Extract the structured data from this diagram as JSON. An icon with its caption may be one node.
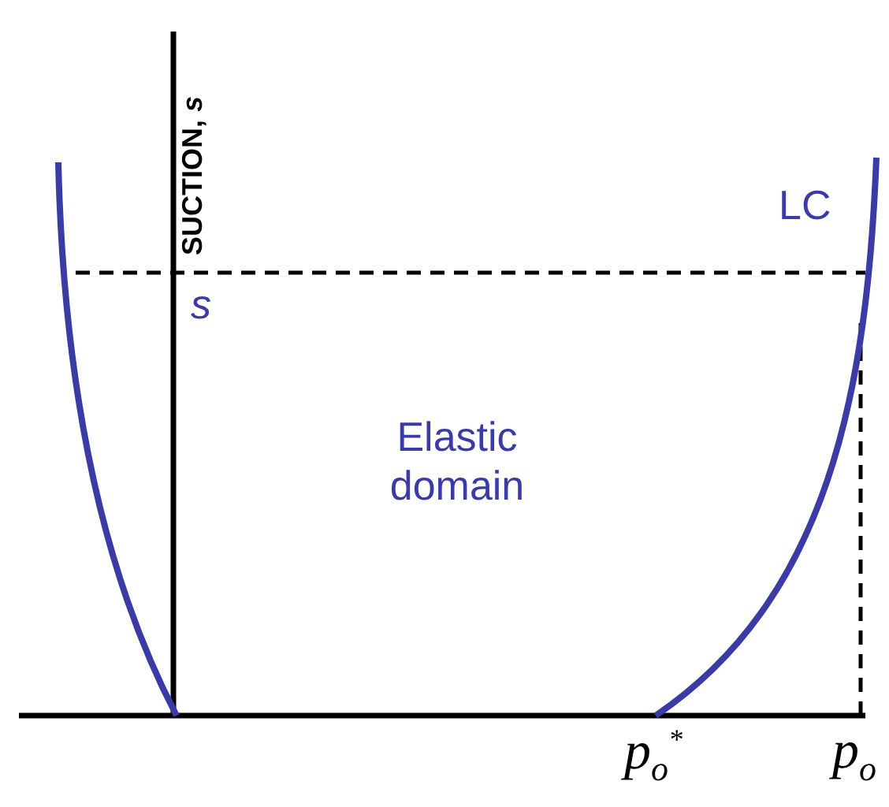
{
  "diagram": {
    "labels": [
      "SUCTION, *s*",
      "*s*",
      "LC",
      "Elastic domain",
      "*p*$_{o}$$^{*}$",
      "*p*$_{o}$"
    ]
  }
}
